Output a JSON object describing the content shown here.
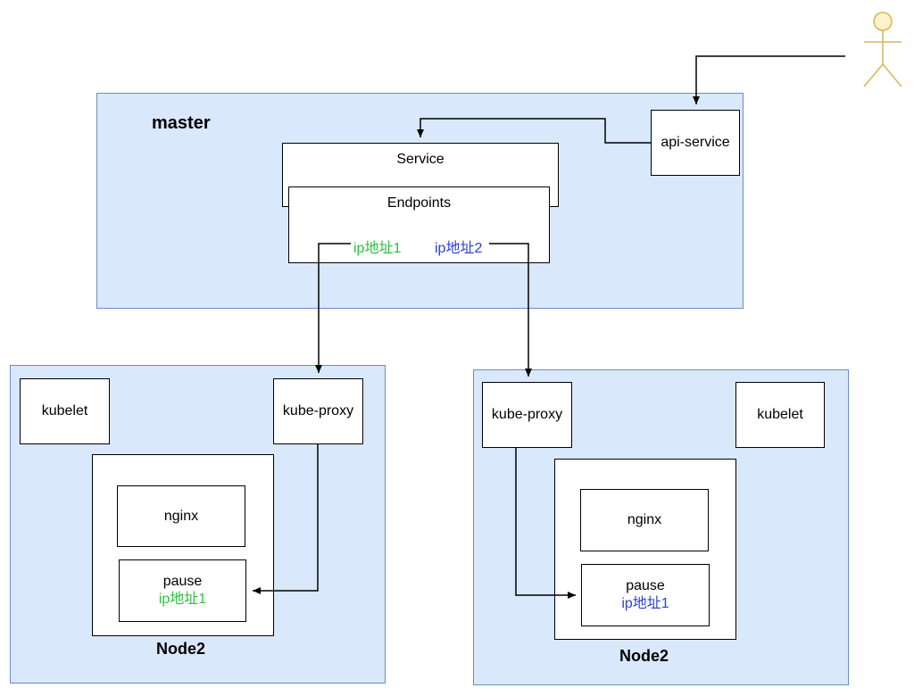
{
  "master": {
    "title": "master",
    "service_label": "Service",
    "endpoints_label": "Endpoints",
    "endpoint_ip1": "ip地址1",
    "endpoint_ip2": "ip地址2",
    "api_service_label": "api-service"
  },
  "node_left": {
    "title": "Node2",
    "kubelet_label": "kubelet",
    "kube_proxy_label": "kube-proxy",
    "nginx_label": "nginx",
    "pause_label": "pause",
    "pause_ip": "ip地址1"
  },
  "node_right": {
    "title": "Node2",
    "kubelet_label": "kubelet",
    "kube_proxy_label": "kube-proxy",
    "nginx_label": "nginx",
    "pause_label": "pause",
    "pause_ip": "ip地址1"
  },
  "colors": {
    "region_fill": "#dae8fc",
    "region_stroke": "#6c8ebf",
    "ip1_color": "#2fbf40",
    "ip2_color": "#2c3fd0",
    "actor_fill": "#fff2cc",
    "actor_stroke": "#d6b656"
  }
}
